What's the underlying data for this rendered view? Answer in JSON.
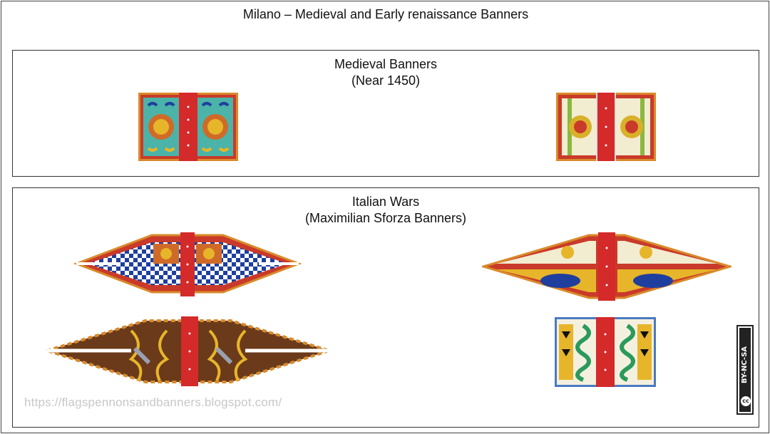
{
  "page_title": "Milano – Medieval and Early renaissance Banners",
  "sections": [
    {
      "title_line1": "Medieval Banners",
      "title_line2": "(Near 1450)"
    },
    {
      "title_line1": "Italian Wars",
      "title_line2": "(Maximilian Sforza Banners)"
    }
  ],
  "watermark_url": "https://flagspennonsandbanners.blogspot.com/",
  "license_badge": "BY-NC-SA",
  "license_logo": "cc",
  "colors": {
    "red": "#d42a2a",
    "gold": "#e7b52a",
    "blue": "#1f3f9e",
    "green": "#2a9a5a",
    "teal": "#4cb3a8",
    "dark": "#5a2a10"
  }
}
